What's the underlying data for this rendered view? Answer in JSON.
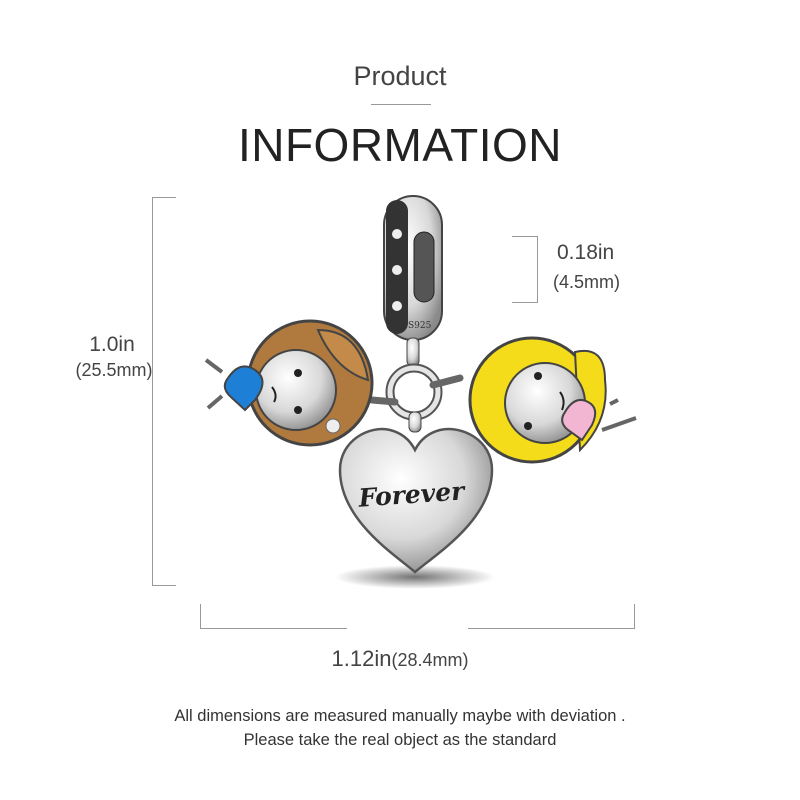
{
  "header": {
    "subtitle": "Product",
    "title": "INFORMATION"
  },
  "dimensions": {
    "height_in": "1.0in",
    "height_mm": "(25.5mm)",
    "bail_in": "0.18in",
    "bail_mm": "(4.5mm)",
    "width_in": "1.12in",
    "width_mm": "(28.4mm)"
  },
  "product": {
    "engraving": "Forever",
    "stamp": "S925",
    "colors": {
      "brown_enamel": "#b07a3f",
      "yellow_enamel": "#f4dc1a",
      "blue_stone": "#1e7fd6",
      "pink_stone": "#f2b6d2",
      "silver": "#d9d9d9"
    }
  },
  "footer": {
    "line1": "All dimensions are measured manually maybe with deviation .",
    "line2": "Please take the real object as the standard"
  }
}
